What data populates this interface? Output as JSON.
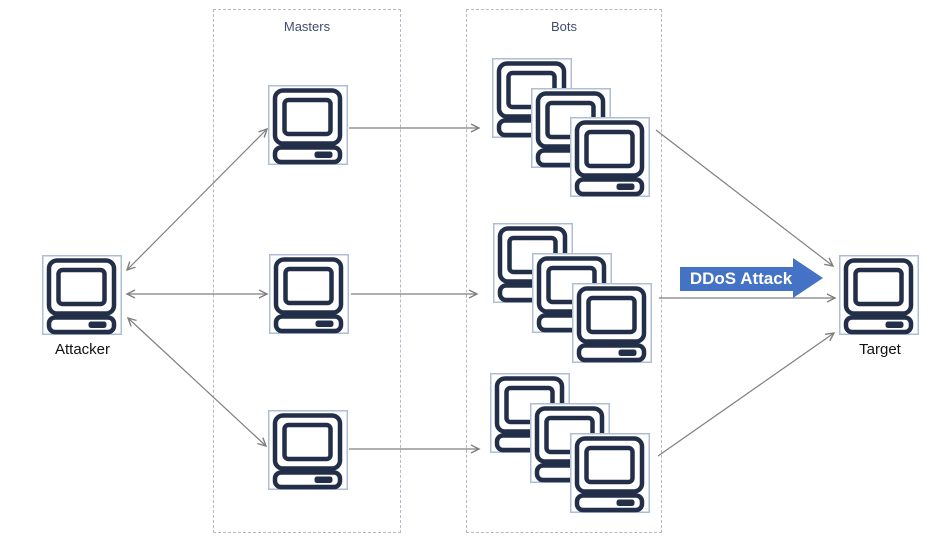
{
  "diagram": {
    "type": "ddos-attack-architecture",
    "groups": [
      {
        "id": "masters",
        "label": "Masters"
      },
      {
        "id": "bots",
        "label": "Bots"
      }
    ],
    "nodes": {
      "attacker": {
        "label": "Attacker",
        "icon": "desktop-computer-icon"
      },
      "masters": {
        "count": 3,
        "icon": "desktop-computer-icon"
      },
      "bot_clusters": {
        "count": 3,
        "computers_per_cluster": 3,
        "icon": "desktop-computer-icon"
      },
      "target": {
        "label": "Target",
        "icon": "desktop-computer-icon"
      }
    },
    "attack_arrow": {
      "label": "DDoS Attack"
    },
    "colors": {
      "background": "#ffffff",
      "icon_stroke": "#232f49",
      "icon_frame": "#aebdd8",
      "connector": "#7f7f7f",
      "group_border": "#b4bac7",
      "group_label": "#3f4e6e",
      "node_label": "#111111",
      "attack_arrow_fill": "#4472c4",
      "attack_arrow_text": "#ffffff"
    }
  }
}
